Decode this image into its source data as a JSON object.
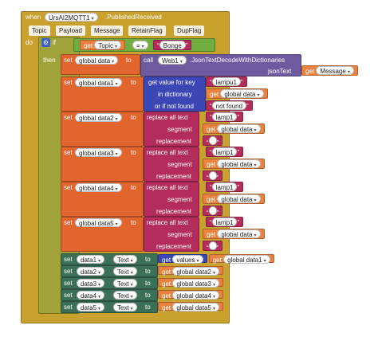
{
  "event": {
    "when": "when",
    "component": "UrsAI2MQTT1",
    "event_name": ".PublishedReceived",
    "params": [
      "Topic",
      "Payload",
      "Message",
      "RetainFlag",
      "DupFlag"
    ],
    "do": "do"
  },
  "if_block": {
    "if": "if",
    "then": "then",
    "get": "get",
    "topic": "Topic",
    "op": "=",
    "literal": "Bonge"
  },
  "set_label": "set",
  "to_label": "to",
  "get_label": "get",
  "decode": {
    "var": "global data",
    "call": "call",
    "component": "Web1",
    "method": ".JsonTextDecodeWithDictionaries",
    "json_text": "jsonText",
    "json_value": "Message"
  },
  "dict_lookup": {
    "var": "global data1",
    "get_value_for_key": "get value for key",
    "key": "lampu1",
    "in_dictionary": "in dictionary",
    "dictionary_var": "global data",
    "or_if_not_found": "or if not found",
    "not_found": "not found"
  },
  "replace_blocks": [
    {
      "var": "global data2",
      "replace": "replace all text",
      "find": "lamp1",
      "segment": "segment",
      "segment_var": "global data",
      "replacement": "replacement",
      "replacement_value": ""
    },
    {
      "var": "global data3",
      "replace": "replace all text",
      "find": "lamp1",
      "segment": "segment",
      "segment_var": "global data",
      "replacement": "replacement",
      "replacement_value": ""
    },
    {
      "var": "global data4",
      "replace": "replace all text",
      "find": "lamp1",
      "segment": "segment",
      "segment_var": "global data",
      "replacement": "replacement",
      "replacement_value": ""
    },
    {
      "var": "global data5",
      "replace": "replace all text",
      "find": "lamp1",
      "segment": "segment",
      "segment_var": "global data",
      "replacement": "replacement",
      "replacement_value": ""
    }
  ],
  "component_sets": [
    {
      "component": "data1",
      "property": "Text",
      "get_kind": "values",
      "get_var": "global data1"
    },
    {
      "component": "data2",
      "property": "Text",
      "get_var": "global data2"
    },
    {
      "component": "data3",
      "property": "Text",
      "get_var": "global data3"
    },
    {
      "component": "data4",
      "property": "Text",
      "get_var": "global data4"
    },
    {
      "component": "data5",
      "property": "Text",
      "get_var": "global data5"
    }
  ],
  "colors": {
    "event": "#c9a12f",
    "control": "#a0a33a",
    "logic": "#6fae3f",
    "variables": "#e2652e",
    "text": "#b32c5b",
    "dictionary": "#3a47b5",
    "web": "#6e5a9e",
    "component": "#3c6f58"
  }
}
